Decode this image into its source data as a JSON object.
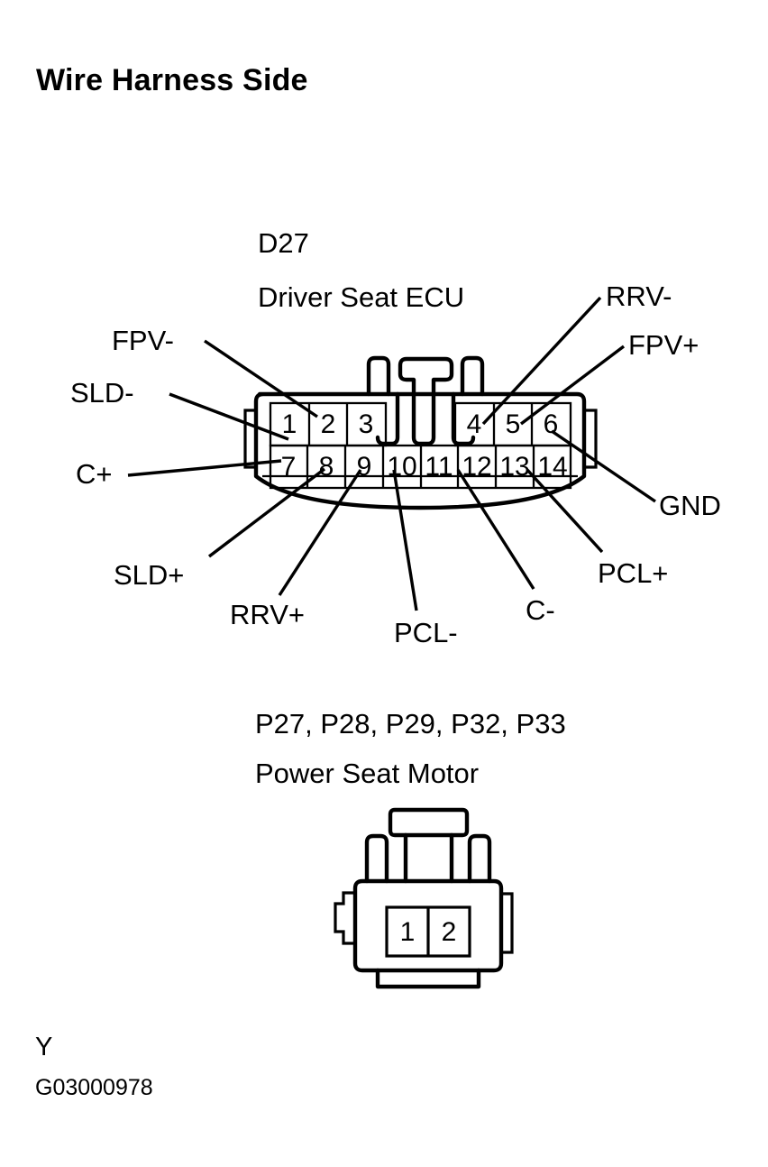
{
  "page": {
    "title": "Wire Harness Side",
    "figure_letter": "Y",
    "figure_id": "G03000978"
  },
  "connectors": [
    {
      "code": "D27",
      "description": "Driver Seat ECU",
      "pin_count": 14,
      "top_row": [
        "1",
        "2",
        "3",
        "4",
        "5",
        "6"
      ],
      "bottom_row": [
        "7",
        "8",
        "9",
        "10",
        "11",
        "12",
        "13",
        "14"
      ],
      "terminals": [
        {
          "pin": "1",
          "label": "SLD-",
          "side": "left"
        },
        {
          "pin": "2",
          "label": "FPV-",
          "side": "left"
        },
        {
          "pin": "4",
          "label": "RRV-",
          "side": "right"
        },
        {
          "pin": "5",
          "label": "FPV+",
          "side": "right"
        },
        {
          "pin": "6",
          "label": "GND",
          "side": "right"
        },
        {
          "pin": "7",
          "label": "C+",
          "side": "left"
        },
        {
          "pin": "8",
          "label": "SLD+",
          "side": "bottom"
        },
        {
          "pin": "9",
          "label": "RRV+",
          "side": "bottom"
        },
        {
          "pin": "10",
          "label": "PCL-",
          "side": "bottom"
        },
        {
          "pin": "11",
          "label": "C-",
          "side": "bottom"
        },
        {
          "pin": "13",
          "label": "PCL+",
          "side": "bottom"
        }
      ]
    },
    {
      "code": "P27, P28, P29, P32, P33",
      "description": "Power Seat Motor",
      "pin_count": 2,
      "pins": [
        "1",
        "2"
      ]
    }
  ],
  "colors": {
    "ink": "#000000",
    "paper": "#ffffff"
  }
}
